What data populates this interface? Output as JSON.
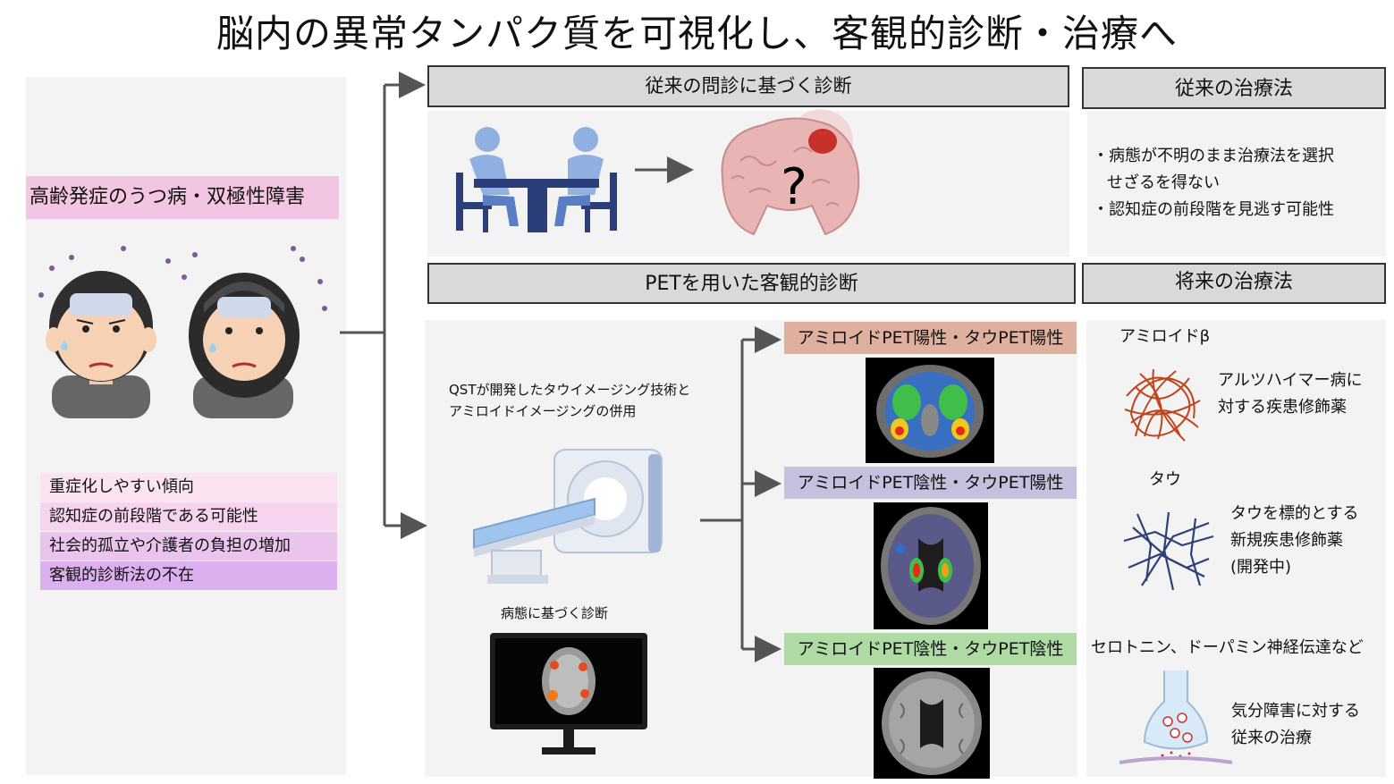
{
  "title": "脳内の異常タンパク質を可視化し、客観的診断・治療へ",
  "left": {
    "condition": "高齢発症のうつ病・双極性障害",
    "features": [
      "重症化しやすい傾向",
      "認知症の前段階である可能性",
      "社会的孤立や介護者の負担の増加",
      "客観的診断法の不在"
    ],
    "feature_colors": [
      "#fbe3f2",
      "#f6d3ee",
      "#ebc4ee",
      "#dcb0ee"
    ]
  },
  "conventional": {
    "header": "従来の問診に基づく診断",
    "question_mark": "?"
  },
  "conventional_treatment": {
    "header": "従来の治療法",
    "bullets": [
      "・病態が不明のまま治療法を選択　せざるを得ない",
      "・認知症の前段階を見逃す可能性"
    ],
    "bullet1_line1": "・病態が不明のまま治療法を選択",
    "bullet1_line2": "せざるを得ない",
    "bullet2": "・認知症の前段階を見逃す可能性"
  },
  "pet": {
    "header": "PETを用いた客観的診断",
    "tech_line1": "QSTが開発したタウイメージング技術と",
    "tech_line2": "アミロイドイメージングの併用",
    "diagnosis_label": "病態に基づく診断",
    "results": [
      {
        "label": "アミロイドPET陽性・タウPET陽性",
        "color": "#e0b09e"
      },
      {
        "label": "アミロイドPET陰性・タウPET陽性",
        "color": "#c4c0de"
      },
      {
        "label": "アミロイドPET陰性・タウPET陰性",
        "color": "#aedba3"
      }
    ]
  },
  "future_treatment": {
    "header": "将来の治療法",
    "amyloid_label": "アミロイドβ",
    "amyloid_drug_1": "アルツハイマー病に",
    "amyloid_drug_2": "対する疾患修飾薬",
    "tau_label": "タウ",
    "tau_drug_1": "タウを標的とする",
    "tau_drug_2": "新規疾患修飾薬",
    "tau_drug_3": "(開発中)",
    "neuro_label": "セロトニン、ドーパミン神経伝達など",
    "neuro_drug_1": "気分障害に対する",
    "neuro_drug_2": "従来の治療"
  }
}
